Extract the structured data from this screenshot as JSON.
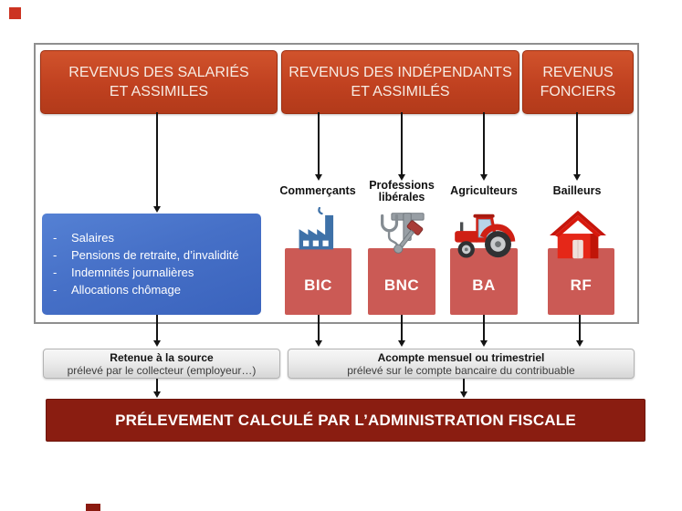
{
  "headers": [
    {
      "line1": "REVENUS DES SALARIÉS",
      "line2": "ET ASSIMILES"
    },
    {
      "line1": "REVENUS DES INDÉPENDANTS",
      "line2": "ET ASSIMILÉS"
    },
    {
      "line1": "REVENUS",
      "line2": "FONCIERS"
    }
  ],
  "salaried_box": {
    "bullet": "-",
    "items": [
      "Salaires",
      "Pensions de retraite, d’invalidité",
      "Indemnités journalières",
      "Allocations chômage"
    ]
  },
  "categories": [
    {
      "label": "Commerçants",
      "icon": "factory-icon",
      "code": "BIC"
    },
    {
      "label": "Professions libérales",
      "icon": "medical-justice-icon",
      "code": "BNC"
    },
    {
      "label": "Agriculteurs",
      "icon": "tractor-icon",
      "code": "BA"
    },
    {
      "label": "Bailleurs",
      "icon": "house-icon",
      "code": "RF"
    }
  ],
  "collection_modes": [
    {
      "title": "Retenue à la source",
      "subtitle": "prélevé par le collecteur (employeur…)"
    },
    {
      "title": "Acompte mensuel ou trimestriel",
      "subtitle": "prélevé sur le compte bancaire du contribuable"
    }
  ],
  "footer": {
    "title": "PRÉLEVEMENT CALCULÉ PAR L’ADMINISTRATION FISCALE"
  },
  "colors": {
    "header_orange": "#c04120",
    "salaried_blue": "#4670c7",
    "code_salmon": "#cb5a55",
    "footer_dark_red": "#8a1d11",
    "mode_gray": "#e4e4e4"
  }
}
